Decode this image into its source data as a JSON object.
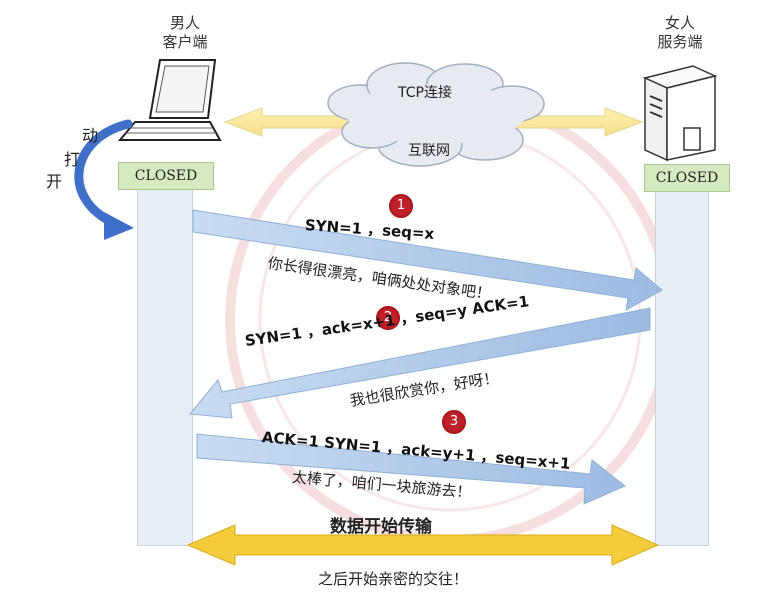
{
  "client": {
    "title_line1": "男人",
    "title_line2": "客户端",
    "state": "CLOSED"
  },
  "server": {
    "title_line1": "女人",
    "title_line2": "服务端",
    "state": "CLOSED"
  },
  "cloud": {
    "top": "TCP连接",
    "bottom": "互联网"
  },
  "open_action": {
    "chars": [
      "动",
      "打",
      "开"
    ]
  },
  "steps": [
    {
      "num": "1",
      "msg": "SYN=1 ，seq=x",
      "say": "你长得很漂亮，咱俩处处对象吧！"
    },
    {
      "num": "2",
      "msg_flag": "SYN=1 ，ack=x+1 ，seq=y ACK=1",
      "say": "我也很欣赏你，好呀！"
    },
    {
      "num": "3",
      "msg_part1": "ACK=1 SYN=1 ，ack=y+1 ，seq=x+1",
      "say": "太棒了，咱们一块旅游去！"
    }
  ],
  "data_transfer": {
    "title": "数据开始传输",
    "caption": "之后开始亲密的交往！"
  },
  "colors": {
    "arrow_blue": "#a9c4e6",
    "arrow_yellow": "#f3c93a",
    "state_green": "#d6eac2",
    "step_red": "#c0202a"
  }
}
